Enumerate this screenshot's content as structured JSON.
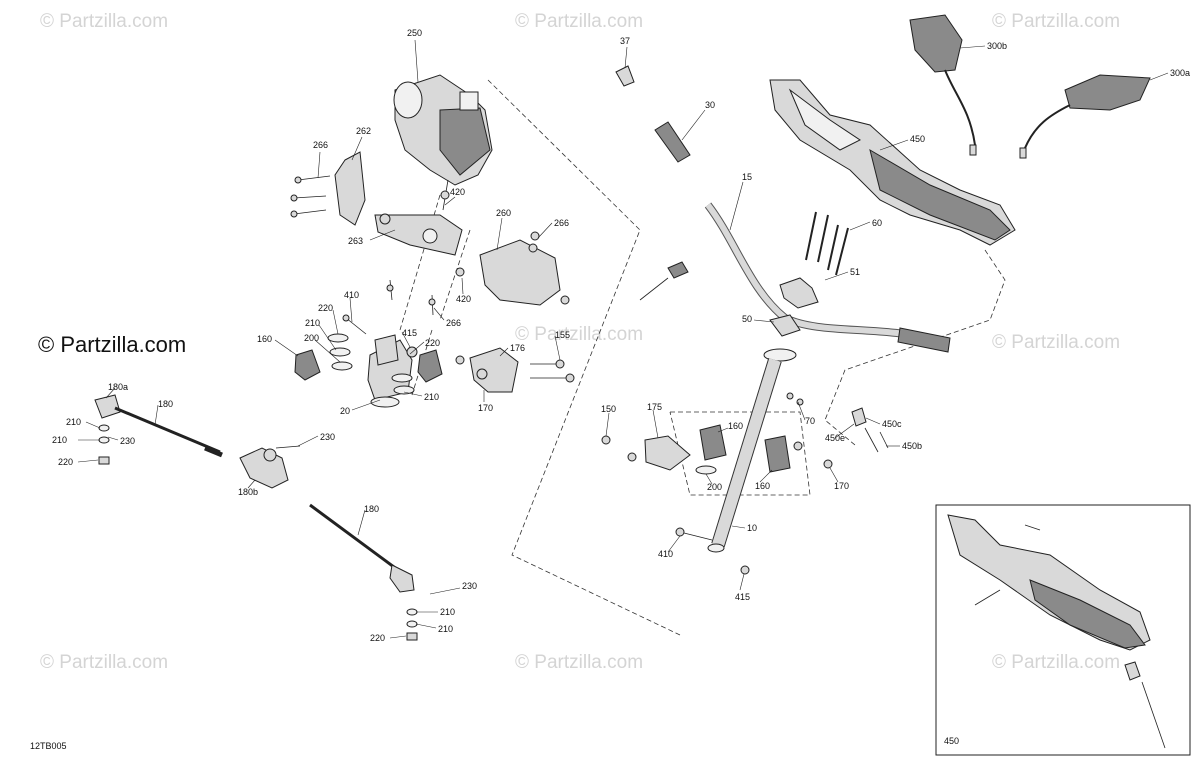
{
  "diagram": {
    "code": "12TB005",
    "inset_label": "450",
    "watermarks": [
      "© Partzilla.com",
      "© Partzilla.com",
      "© Partzilla.com",
      "© Partzilla.com",
      "© Partzilla.com",
      "© Partzilla.com",
      "© Partzilla.com",
      "© Partzilla.com"
    ],
    "main_watermark": "© Partzilla.com",
    "callouts": {
      "c250": "250",
      "c262": "262",
      "c266a": "266",
      "c420a": "420",
      "c263": "263",
      "c260": "260",
      "c266b": "266",
      "c420b": "420",
      "c266c": "266",
      "c410a": "410",
      "c220a": "220",
      "c210a": "210",
      "c200a": "200",
      "c160a": "160",
      "c415a": "415",
      "c220b": "220",
      "c20": "20",
      "c210b": "210",
      "c155": "155",
      "c176": "176",
      "c170a": "170",
      "c180a": "180a",
      "c180top": "180",
      "c210c": "210",
      "c230a": "230",
      "c210d": "210",
      "c220c": "220",
      "c230b": "230",
      "c180b": "180b",
      "c180bot": "180",
      "c230c": "230",
      "c210e": "210",
      "c210f": "210",
      "c220d": "220",
      "c37": "37",
      "c30": "30",
      "c15": "15",
      "c300b": "300b",
      "c300a": "300a",
      "c450": "450",
      "c60": "60",
      "c51": "51",
      "c50": "50",
      "c70": "70",
      "c450c": "450c",
      "c450e": "450e",
      "c450b": "450b",
      "c150": "150",
      "c175": "175",
      "c160b": "160",
      "c200b": "200",
      "c160c": "160",
      "c170b": "170",
      "c10": "10",
      "c410b": "410",
      "c415b": "415"
    }
  }
}
